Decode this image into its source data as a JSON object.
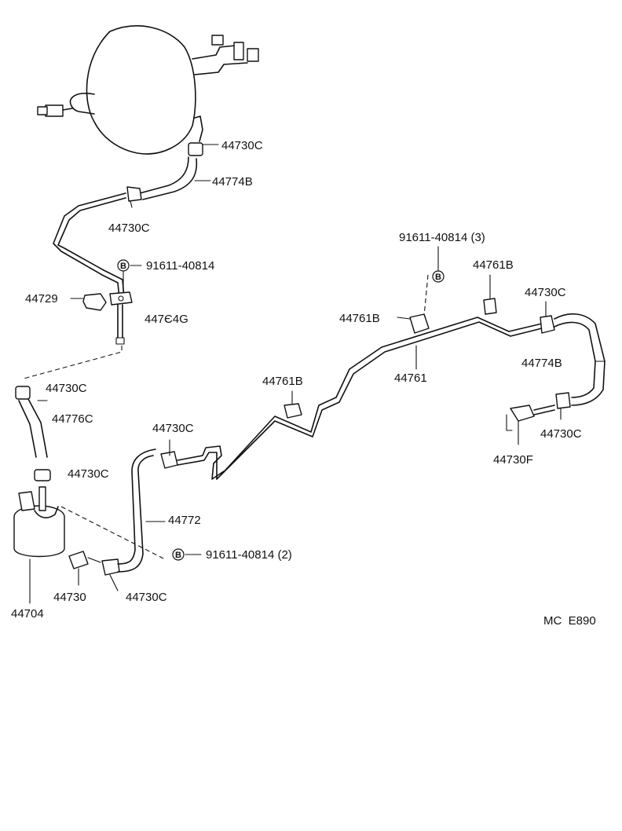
{
  "labels": {
    "c_top": "44730C",
    "h_top": "44774B",
    "c_left": "44730C",
    "bolt_left": "91611-40814",
    "bolt_left_mark": "B",
    "bracket": "44729",
    "pipe_g": "447Є4G",
    "c_mid_left": "44730C",
    "hose_c": "44776C",
    "c_low_left": "44730C",
    "canister": "44704",
    "valve": "44730",
    "c_bottom": "44730C",
    "pipe_772": "44772",
    "c_mid": "44730C",
    "bolt_mid": "91611-40814 (2)",
    "bolt_mid_mark": "B",
    "clamp_mid": "44761B",
    "bolt_right": "91611-40814 (3)",
    "bolt_right_mark": "B",
    "clamp_right_a": "44761B",
    "clamp_right_b": "44761B",
    "pipe_761": "44761",
    "c_right_top": "44730C",
    "h_right": "44774B",
    "c_right_low": "44730C",
    "fitting": "44730F",
    "code": "MC  E890"
  }
}
